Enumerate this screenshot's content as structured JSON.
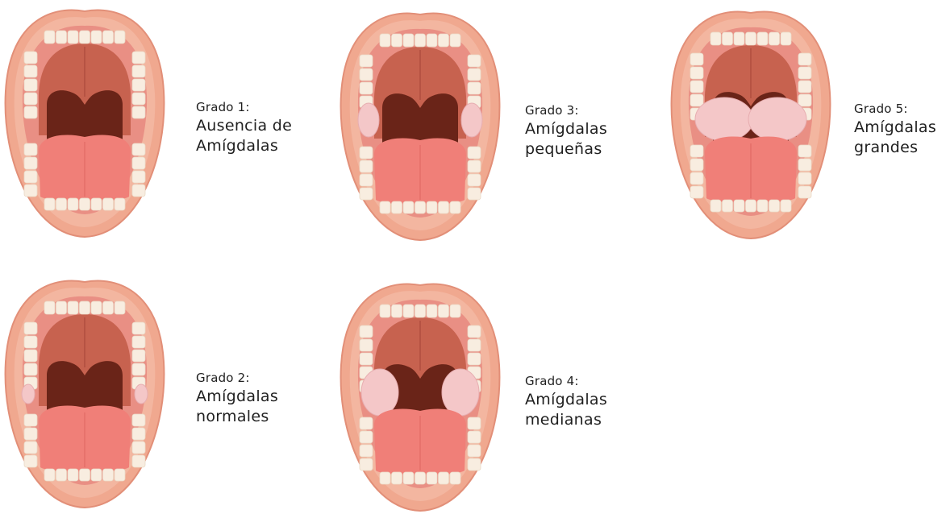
{
  "panels": [
    {
      "id": "p1",
      "grade": "Grado 1:",
      "desc_line1": "Ausencia de",
      "desc_line2": "Amígdalas",
      "tonsil_size": "none"
    },
    {
      "id": "p3",
      "grade": "Grado 3:",
      "desc_line1": "Amígdalas",
      "desc_line2": "pequeñas",
      "tonsil_size": "small"
    },
    {
      "id": "p5",
      "grade": "Grado 5:",
      "desc_line1": "Amígdalas",
      "desc_line2": "grandes",
      "tonsil_size": "large"
    },
    {
      "id": "p2",
      "grade": "Grado 2:",
      "desc_line1": "Amígdalas",
      "desc_line2": "normales",
      "tonsil_size": "normal"
    },
    {
      "id": "p4",
      "grade": "Grado 4:",
      "desc_line1": "Amígdalas",
      "desc_line2": "medianas",
      "tonsil_size": "medium"
    }
  ],
  "colors": {
    "lip": "#f0a88f",
    "lip_dark": "#e28f78",
    "palate": "#c7624f",
    "gum": "#e98f84",
    "tooth": "#f8ede0",
    "throat": "#6a2418",
    "tongue": "#f07f78",
    "tonsil": "#f4c7c8"
  }
}
